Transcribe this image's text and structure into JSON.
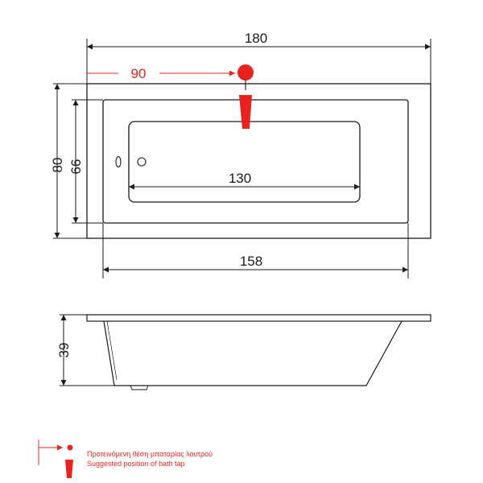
{
  "dimensions": {
    "overall_length": "180",
    "tap_offset": "90",
    "overall_width": "80",
    "inner_width": "66",
    "basin_length": "130",
    "inner_length": "158",
    "depth": "39"
  },
  "legend": {
    "line_greek": "Προτεινόμενη θέση μπαταρίας λουτρού",
    "line_english": "Suggested position of bath tap"
  },
  "colors": {
    "accent": "#e8231f",
    "line": "#1a1a1a"
  }
}
